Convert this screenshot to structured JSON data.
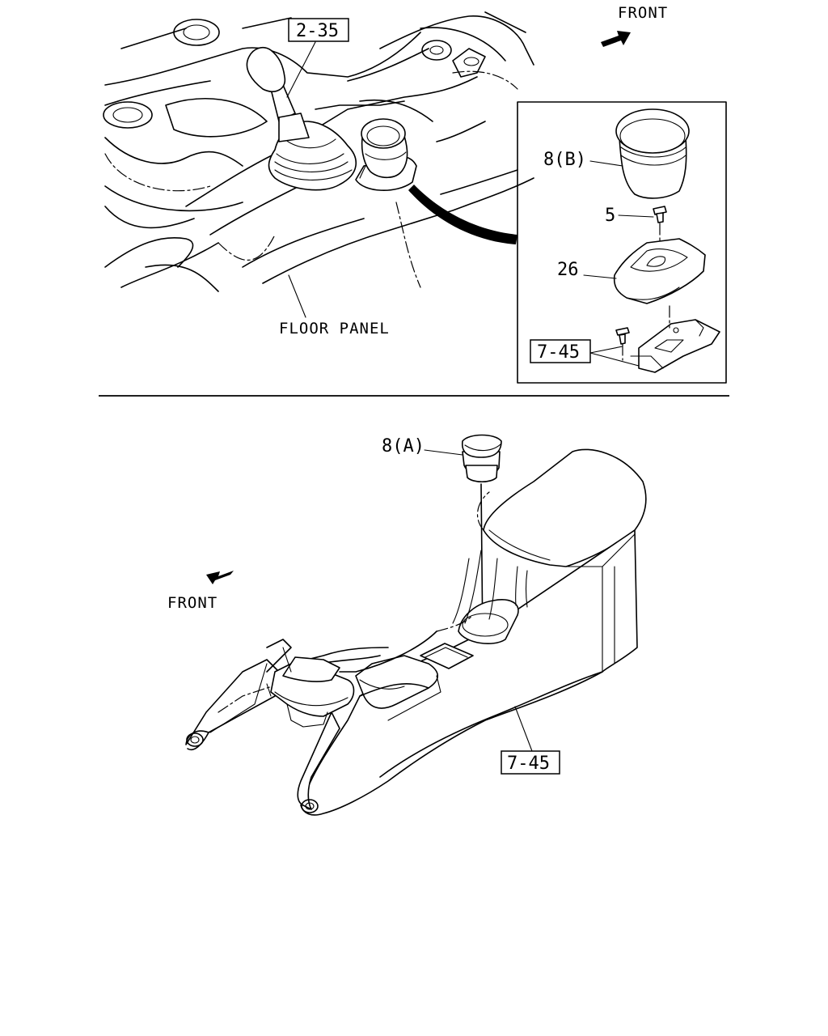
{
  "top_view": {
    "front_label": "FRONT",
    "floor_panel_label": "FLOOR PANEL",
    "ref_shift_lever": "2-35",
    "inset": {
      "part_holder_b": "8(B)",
      "part_screw": "5",
      "part_bracket": "26",
      "ref_console": "7-45"
    }
  },
  "bottom_view": {
    "front_label": "FRONT",
    "part_holder_a": "8(A)",
    "ref_console": "7-45"
  }
}
